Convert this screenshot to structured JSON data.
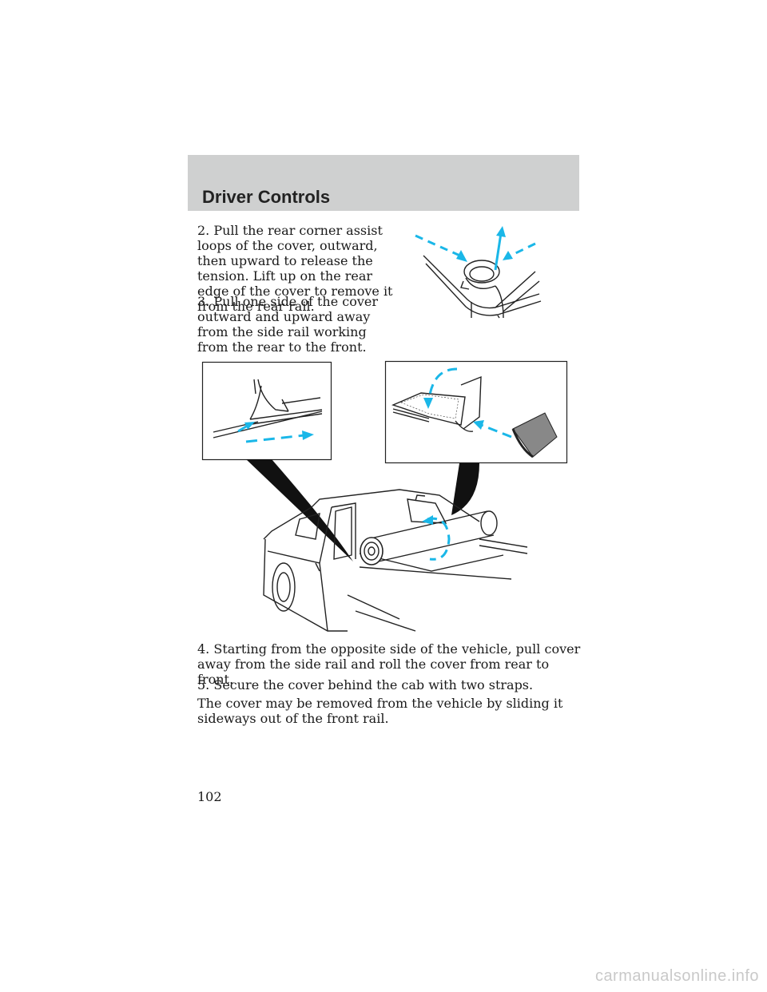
{
  "header": {
    "title": "Driver Controls"
  },
  "steps": {
    "step2": "2. Pull the rear corner assist loops of the cover, outward, then upward to release the tension. Lift up on the rear edge of the cover to remove it from the rear rail.",
    "step3": "3. Pull one side of the cover outward and upward away from the side rail working from the rear to the front.",
    "step4": "4. Starting from the opposite side of the vehicle, pull cover away from the side rail and roll the cover from rear to front.",
    "step5": "5. Secure the cover behind the cab with two straps.",
    "note": "The cover may be removed from the vehicle by sliding it sideways out of the front rail."
  },
  "page_number": "102",
  "footer": {
    "watermark": "carmanualsonline.info"
  },
  "colors": {
    "header_band": "#cfd0d0",
    "arrow": "#1ab7e8"
  }
}
